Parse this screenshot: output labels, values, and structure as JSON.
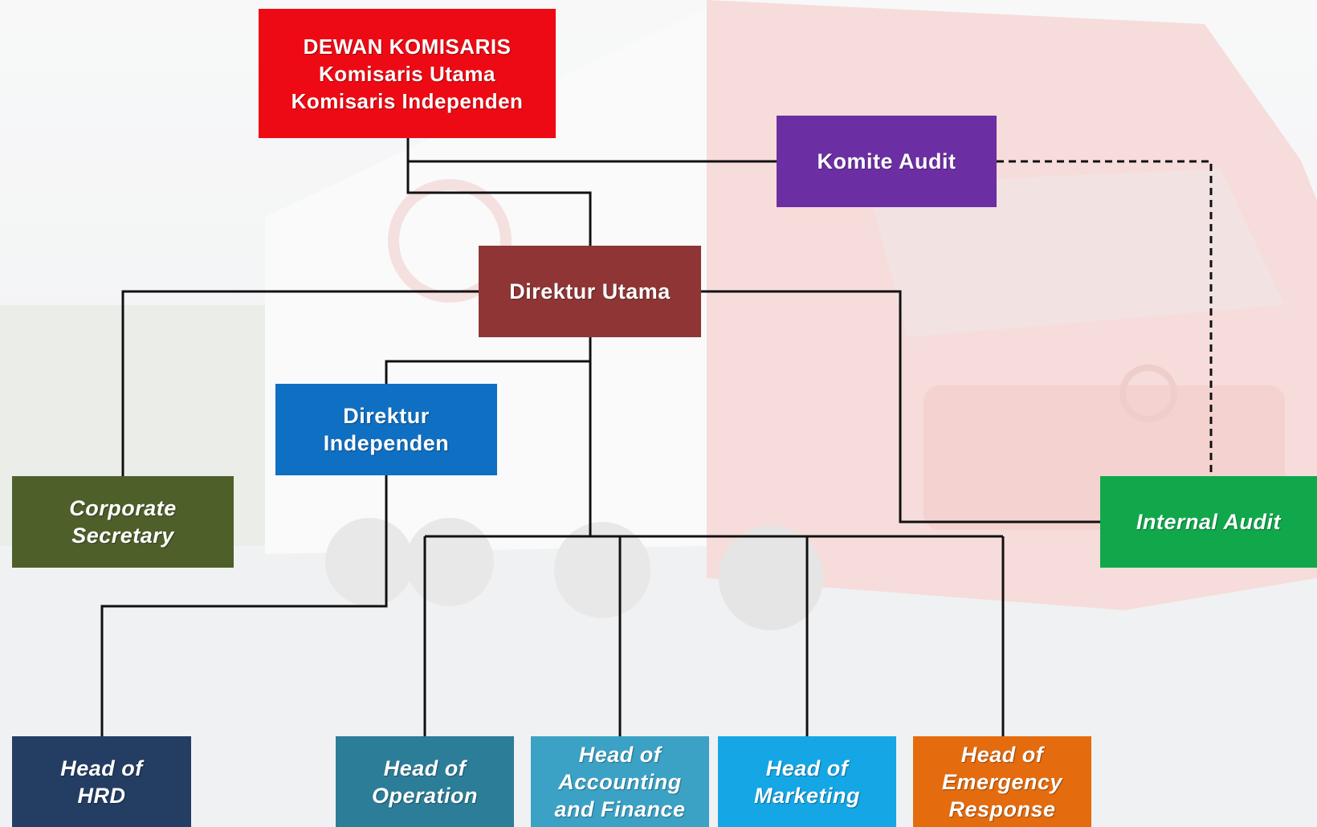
{
  "colors": {
    "board": "#ee0a14",
    "komite_audit": "#6c2fa3",
    "direktur_utama": "#8f3535",
    "direktur_independen": "#0f6fc3",
    "corporate_secretary": "#4e5f2a",
    "internal_audit": "#10a84b",
    "head_hrd": "#243d63",
    "head_operation": "#2c7d98",
    "head_accounting": "#3ba2c6",
    "head_marketing": "#15a6e5",
    "head_emergency": "#e46c0f",
    "connector": "#111111"
  },
  "org": {
    "board": {
      "line1": "DEWAN KOMISARIS",
      "line2": "Komisaris Utama",
      "line3": "Komisaris Independen"
    },
    "komite_audit": {
      "label": "Komite Audit"
    },
    "direktur_utama": {
      "label": "Direktur Utama"
    },
    "direktur_independen": {
      "line1": "Direktur",
      "line2": "Independen"
    },
    "corporate_secretary": {
      "line1": "Corporate",
      "line2": "Secretary"
    },
    "internal_audit": {
      "label": "Internal Audit"
    },
    "head_hrd": {
      "line1": "Head of",
      "line2": "HRD"
    },
    "head_operation": {
      "line1": "Head of",
      "line2": "Operation"
    },
    "head_accounting": {
      "line1": "Head of",
      "line2": "Accounting",
      "line3": "and Finance"
    },
    "head_marketing": {
      "line1": "Head of",
      "line2": "Marketing"
    },
    "head_emergency": {
      "line1": "Head of",
      "line2": "Emergency",
      "line3": "Response"
    }
  }
}
